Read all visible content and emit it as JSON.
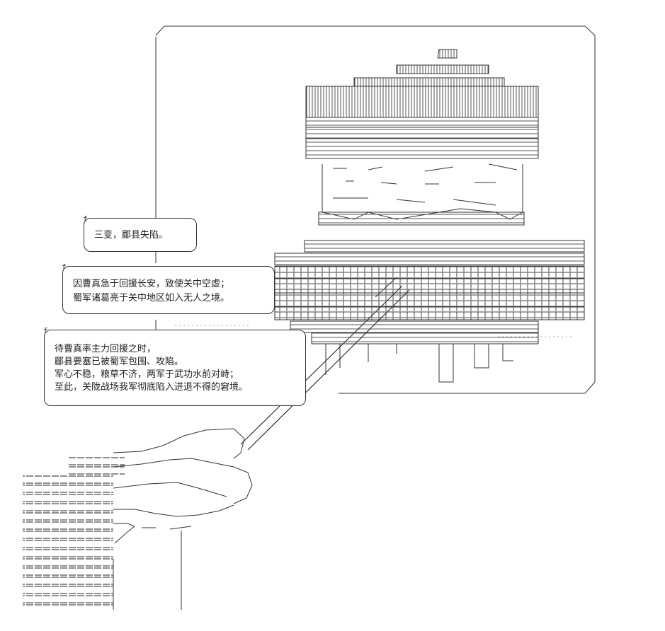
{
  "captions": {
    "caption_1": [
      "三变，郿县失陷。"
    ],
    "caption_2": [
      "因曹真急于回援长安，致使关中空虚；",
      "蜀军诸葛亮于关中地区如入无人之境。"
    ],
    "caption_3": [
      "待曹真率主力回援之时，",
      "郿县要塞已被蜀军包围、攻陷。",
      "军心不稳，粮草不济，两军于武功水前对峙；",
      "至此，关陇战场我军彻底陷入进退不得的窘境。"
    ]
  },
  "colors": {
    "ink": "#333333",
    "paper": "#ffffff"
  }
}
